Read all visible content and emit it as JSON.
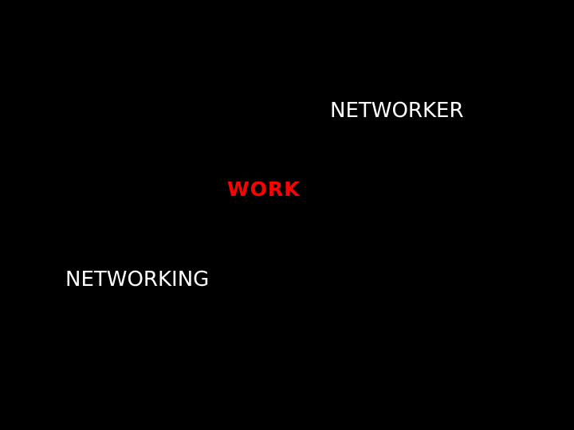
{
  "slide": {
    "background_color": "#000000",
    "words": {
      "networker": {
        "text": "NETWORKER",
        "color": "#ffffff"
      },
      "work": {
        "text": "WORK",
        "color": "#ff0000"
      },
      "networking": {
        "text": "NETWORKING",
        "color": "#ffffff"
      }
    }
  }
}
